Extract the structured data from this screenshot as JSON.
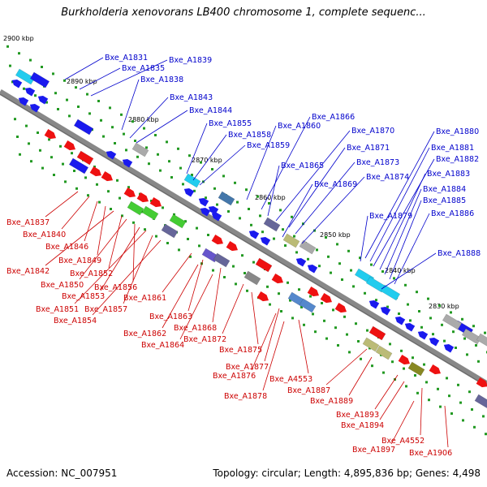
{
  "title": "Burkholderia xenovorans LB400 chromosome 1, complete sequenc...",
  "footer": {
    "accession": "Accession: NC_007951",
    "topology": "Topology: circular; Length: 4,895,836 bp; Genes: 4,498"
  },
  "colors": {
    "backbone": "#888888",
    "forward_label": "#0000cc",
    "reverse_label": "#cc0000",
    "tick": "#229922",
    "scale_text": "#000000"
  },
  "scale_labels": [
    "2900 kbp",
    "2890 kbp",
    "2880 kbp",
    "2870 kbp",
    "2860 kbp",
    "2850 kbp",
    "2840 kbp",
    "2830 kbp"
  ],
  "forward_labels": [
    "Bxe_A1831",
    "Bxe_A1835",
    "Bxe_A1839",
    "Bxe_A1838",
    "Bxe_A1843",
    "Bxe_A1844",
    "Bxe_A1855",
    "Bxe_A1858",
    "Bxe_A1859",
    "Bxe_A1860",
    "Bxe_A1866",
    "Bxe_A1870",
    "Bxe_A1865",
    "Bxe_A1871",
    "Bxe_A1873",
    "Bxe_A1869",
    "Bxe_A1874",
    "Bxe_A1880",
    "Bxe_A1881",
    "Bxe_A1882",
    "Bxe_A1883",
    "Bxe_A1884",
    "Bxe_A1885",
    "Bxe_A1879",
    "Bxe_A1886",
    "Bxe_A1888"
  ],
  "reverse_labels": [
    "Bxe_A1837",
    "Bxe_A1840",
    "Bxe_A1846",
    "Bxe_A1849",
    "Bxe_A1842",
    "Bxe_A1852",
    "Bxe_A1850",
    "Bxe_A1856",
    "Bxe_A1853",
    "Bxe_A1851",
    "Bxe_A1857",
    "Bxe_A1861",
    "Bxe_A1854",
    "Bxe_A1863",
    "Bxe_A1862",
    "Bxe_A1868",
    "Bxe_A1864",
    "Bxe_A1872",
    "Bxe_A1875",
    "Bxe_A1877",
    "Bxe_A1876",
    "Bxe_A4553",
    "Bxe_A1878",
    "Bxe_A1887",
    "Bxe_A1889",
    "Bxe_A1893",
    "Bxe_A1894",
    "Bxe_A4552",
    "Bxe_A1897",
    "Bxe_A1906"
  ]
}
